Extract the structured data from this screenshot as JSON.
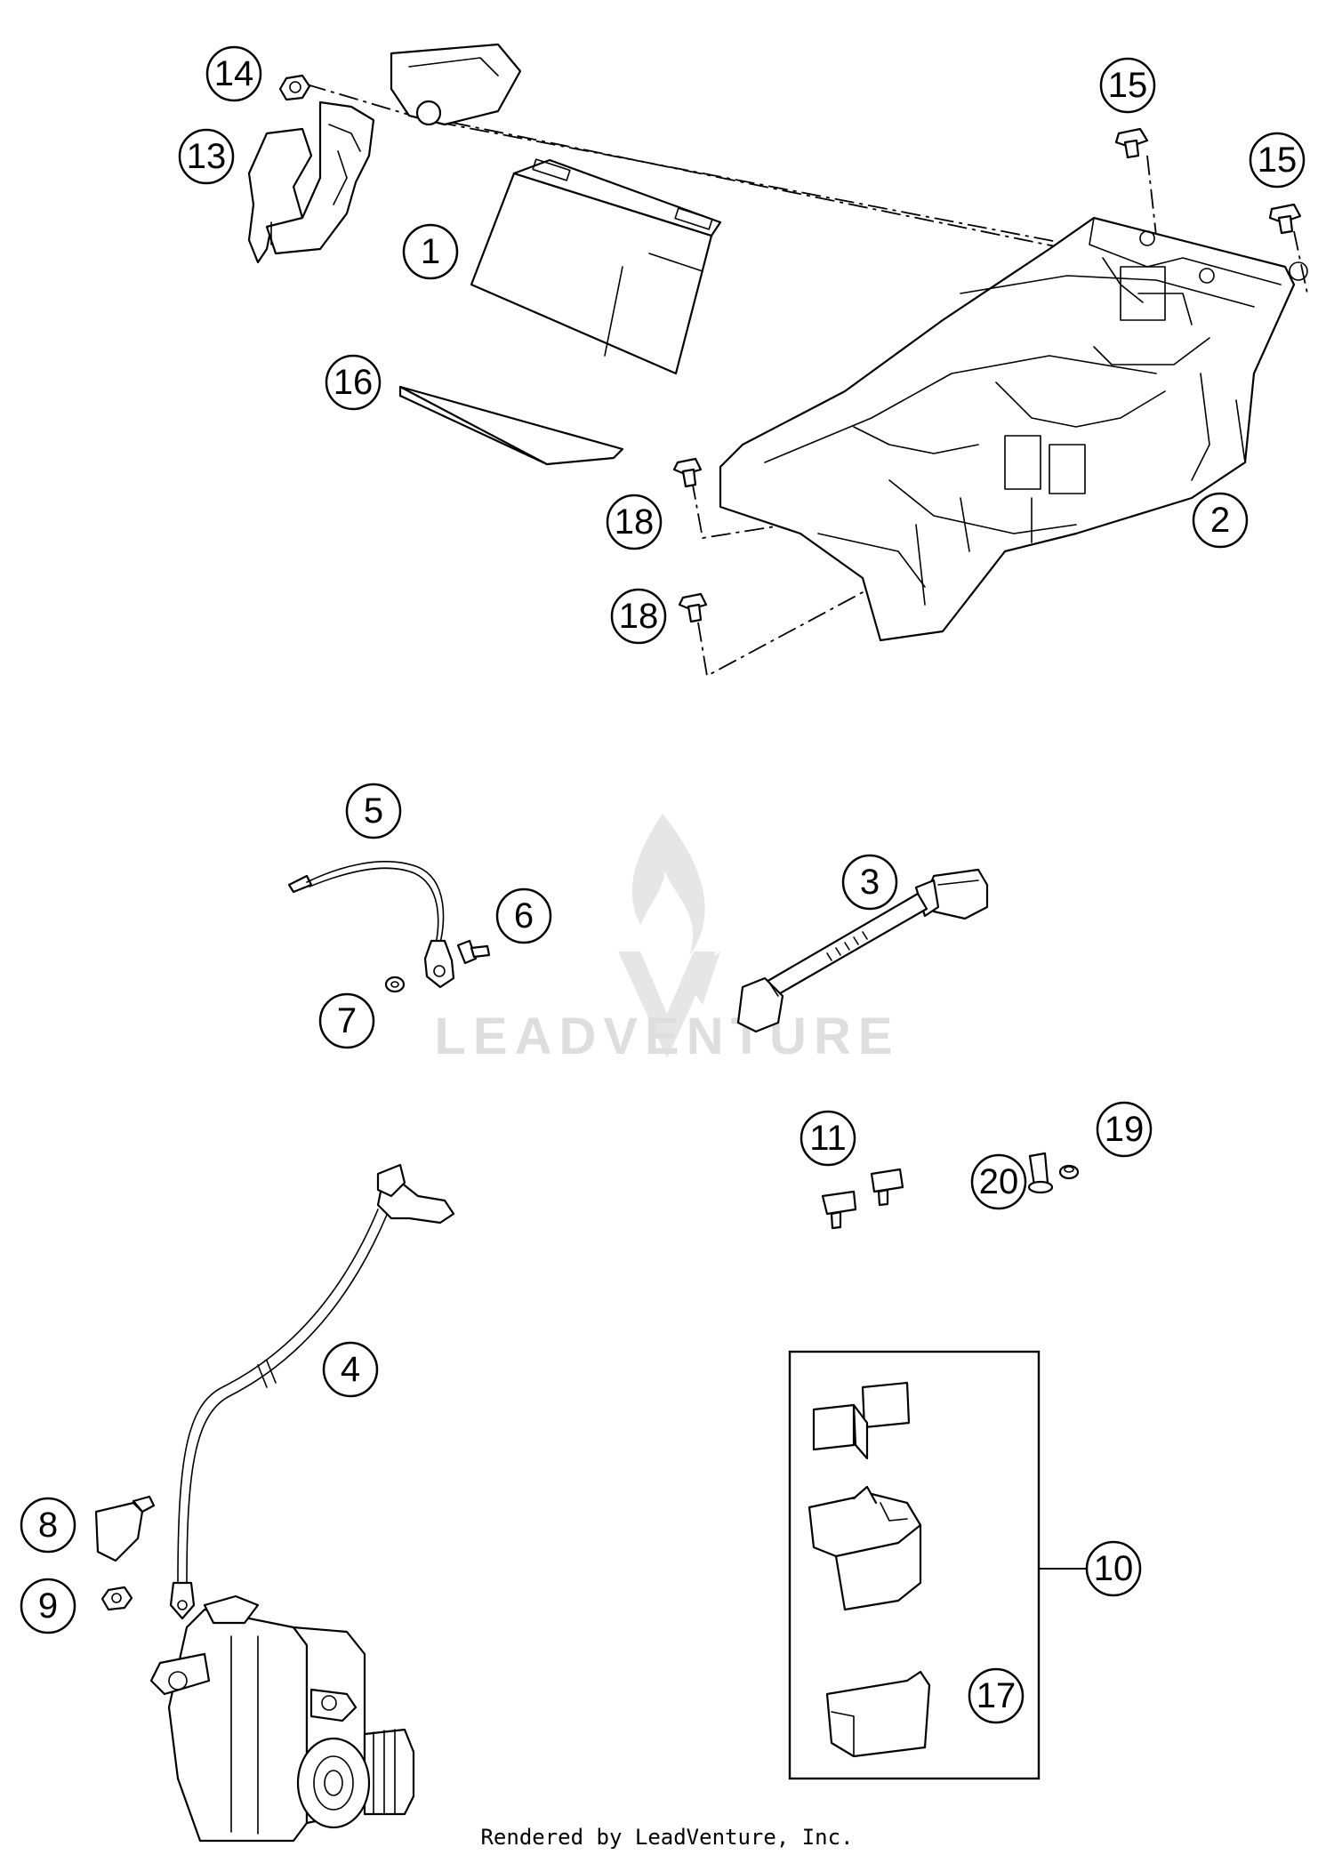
{
  "watermark": {
    "text": "LEADVENTURE",
    "color": "#dedede"
  },
  "footer": {
    "text": "Rendered by LeadVenture, Inc."
  },
  "callouts": [
    {
      "id": "1",
      "label": "1"
    },
    {
      "id": "2",
      "label": "2"
    },
    {
      "id": "3",
      "label": "3"
    },
    {
      "id": "4",
      "label": "4"
    },
    {
      "id": "5",
      "label": "5"
    },
    {
      "id": "6",
      "label": "6"
    },
    {
      "id": "7",
      "label": "7"
    },
    {
      "id": "8",
      "label": "8"
    },
    {
      "id": "9",
      "label": "9"
    },
    {
      "id": "10",
      "label": "10"
    },
    {
      "id": "11",
      "label": "11"
    },
    {
      "id": "13",
      "label": "13"
    },
    {
      "id": "14",
      "label": "14"
    },
    {
      "id": "15a",
      "label": "15"
    },
    {
      "id": "15b",
      "label": "15"
    },
    {
      "id": "16",
      "label": "16"
    },
    {
      "id": "17",
      "label": "17"
    },
    {
      "id": "18a",
      "label": "18"
    },
    {
      "id": "18b",
      "label": "18"
    },
    {
      "id": "19",
      "label": "19"
    },
    {
      "id": "20",
      "label": "20"
    }
  ]
}
